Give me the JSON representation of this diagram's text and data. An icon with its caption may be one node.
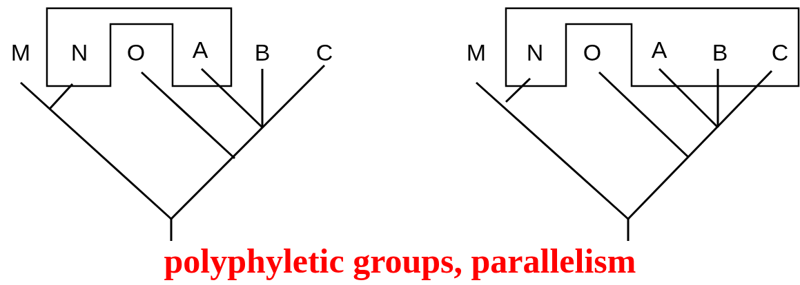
{
  "diagram": {
    "caption": "polyphyletic groups, parallelism",
    "labels": [
      "M",
      "N",
      "O",
      "A",
      "B",
      "C",
      "M",
      "N",
      "O",
      "A",
      "B",
      "C"
    ]
  }
}
